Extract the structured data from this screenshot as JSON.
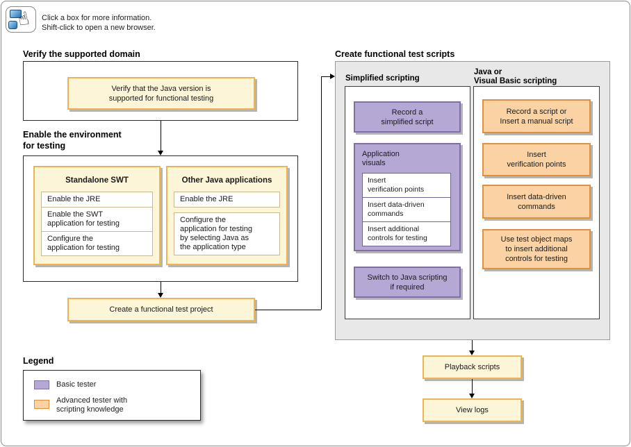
{
  "hint": {
    "line1": "Click a box for more information.",
    "line2": "Shift-click to open a new browser."
  },
  "verify": {
    "heading": "Verify the supported domain",
    "box": "Verify that the Java version is\nsupported for functional testing"
  },
  "enable": {
    "heading": "Enable the environment\nfor testing",
    "standalone_swt": {
      "title": "Standalone SWT",
      "items": [
        "Enable the JRE",
        "Enable the SWT\napplication for testing",
        "Configure the\napplication for testing"
      ]
    },
    "other_java": {
      "title": "Other Java applications",
      "items": [
        "Enable the JRE",
        "Configure the\napplication for testing\nby selecting Java as\nthe application type"
      ]
    }
  },
  "create_project": {
    "label": "Create a functional test project"
  },
  "scripts": {
    "heading": "Create functional test scripts",
    "simplified": {
      "title": "Simplified scripting",
      "record_box": "Record a\nsimplified script",
      "application_visuals": {
        "title": "Application\nvisuals",
        "items": [
          "Insert\nverification points",
          "Insert data-driven\ncommands",
          "Insert additional\ncontrols for testing"
        ]
      },
      "switch_box": "Switch to Java scripting\nif required"
    },
    "java_vb": {
      "title": "Java or\nVisual Basic scripting",
      "boxes": [
        "Record a script or\nInsert a manual script",
        "Insert\nverification points",
        "Insert data-driven\ncommands",
        "Use test object maps\nto insert additional\ncontrols for testing"
      ]
    }
  },
  "playback": {
    "label": "Playback scripts"
  },
  "view_logs": {
    "label": "View logs"
  },
  "legend": {
    "heading": "Legend",
    "basic": "Basic tester",
    "advanced": "Advanced tester with\nscripting knowledge"
  },
  "colors": {
    "basic_tester_fill": "#b5a8d5",
    "basic_tester_border": "#7f6fa5",
    "advanced_tester_fill": "#fbd2a3",
    "advanced_tester_border": "#e28f3c",
    "step_fill": "#fdf5d7",
    "step_border": "#eeb44f",
    "group_gray": "#e8e8e8"
  }
}
